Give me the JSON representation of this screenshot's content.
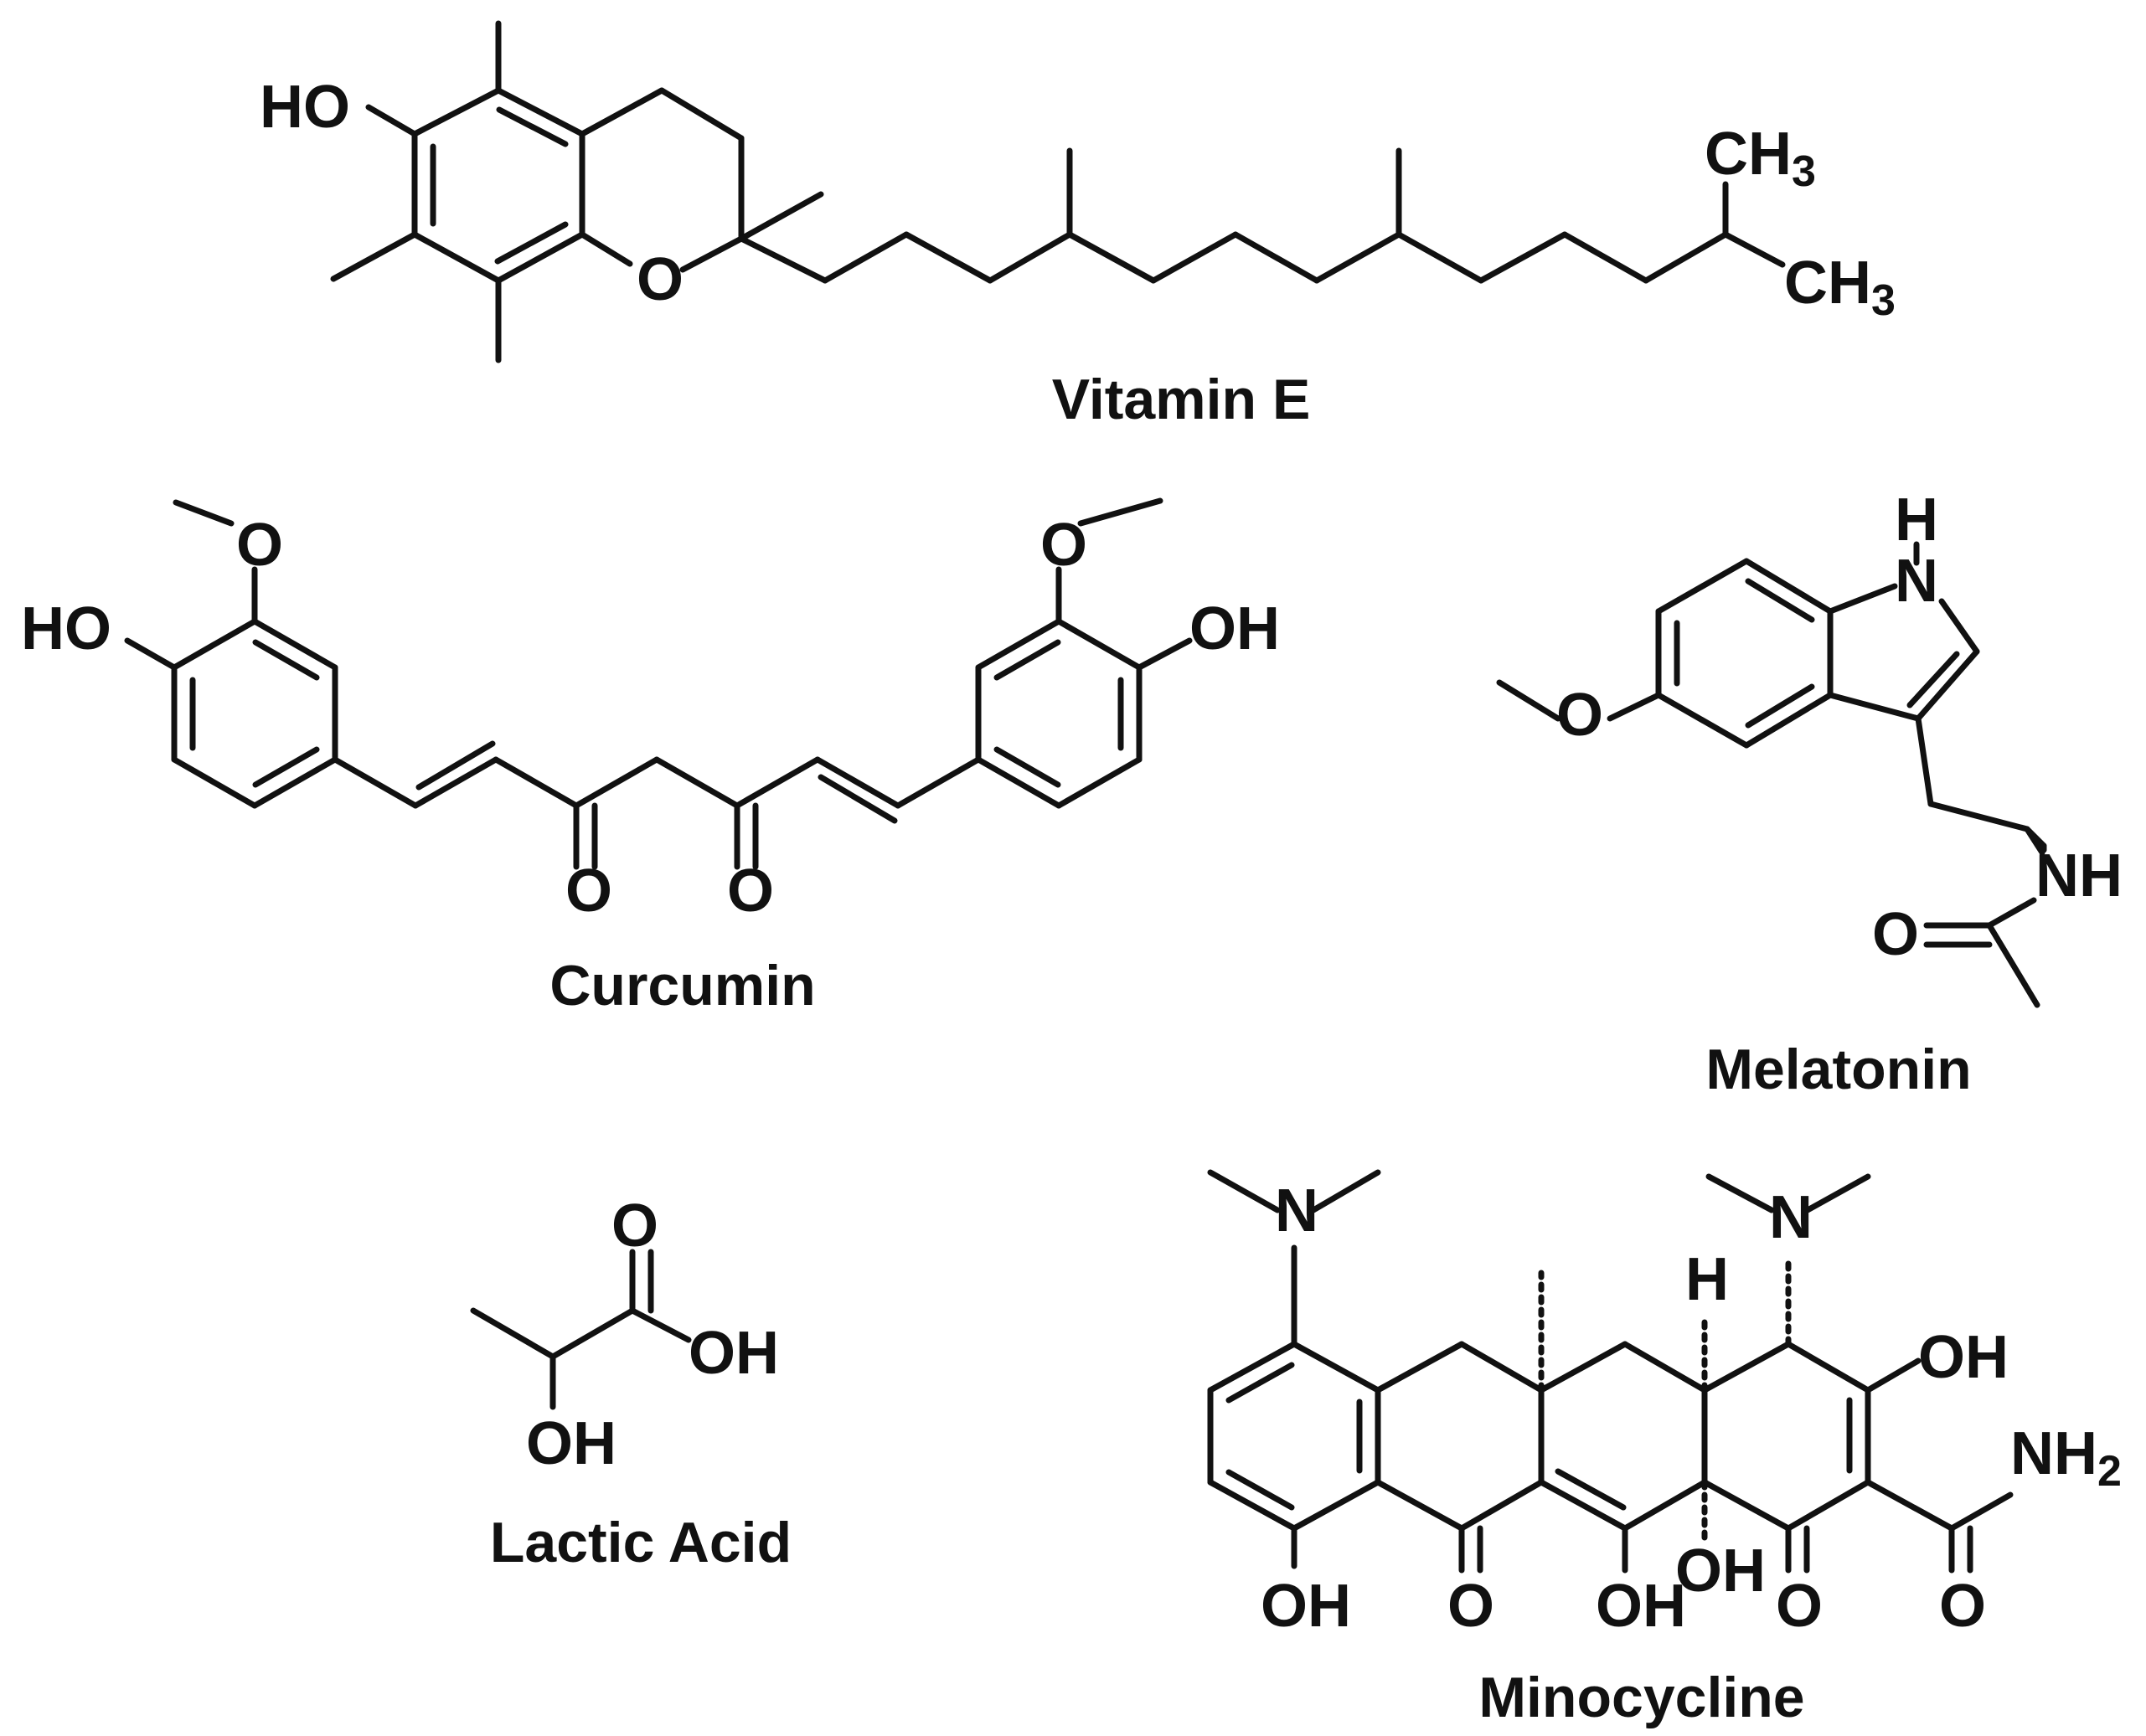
{
  "molecules": {
    "vitamin_e": {
      "name": "Vitamin E",
      "labels": {
        "ho": "HO",
        "o": "O",
        "ch3_top": "CH",
        "ch3_bottom": "CH",
        "sub3": "3"
      }
    },
    "curcumin": {
      "name": "Curcumin",
      "labels": {
        "ho_left": "HO",
        "o_methoxy_left": "O",
        "o_keto_left": "O",
        "o_keto_right": "O",
        "o_methoxy_right": "O",
        "oh_right": "OH"
      }
    },
    "melatonin": {
      "name": "Melatonin",
      "labels": {
        "h": "H",
        "n": "N",
        "o_methoxy": "O",
        "nh": "NH",
        "o_amide": "O"
      }
    },
    "lactic_acid": {
      "name": "Lactic Acid",
      "labels": {
        "o": "O",
        "oh_acid": "OH",
        "oh_alpha": "OH"
      }
    },
    "minocycline": {
      "name": "Minocycline",
      "labels": {
        "n_left": "N",
        "n_right": "N",
        "h": "H",
        "oh_top": "OH",
        "nh": "NH",
        "sub2": "2",
        "oh_1": "OH",
        "o_1": "O",
        "oh_2": "OH",
        "oh_3": "OH",
        "o_2": "O",
        "o_3": "O"
      }
    }
  },
  "colors": {
    "ink": "#111111",
    "background": "#ffffff"
  }
}
